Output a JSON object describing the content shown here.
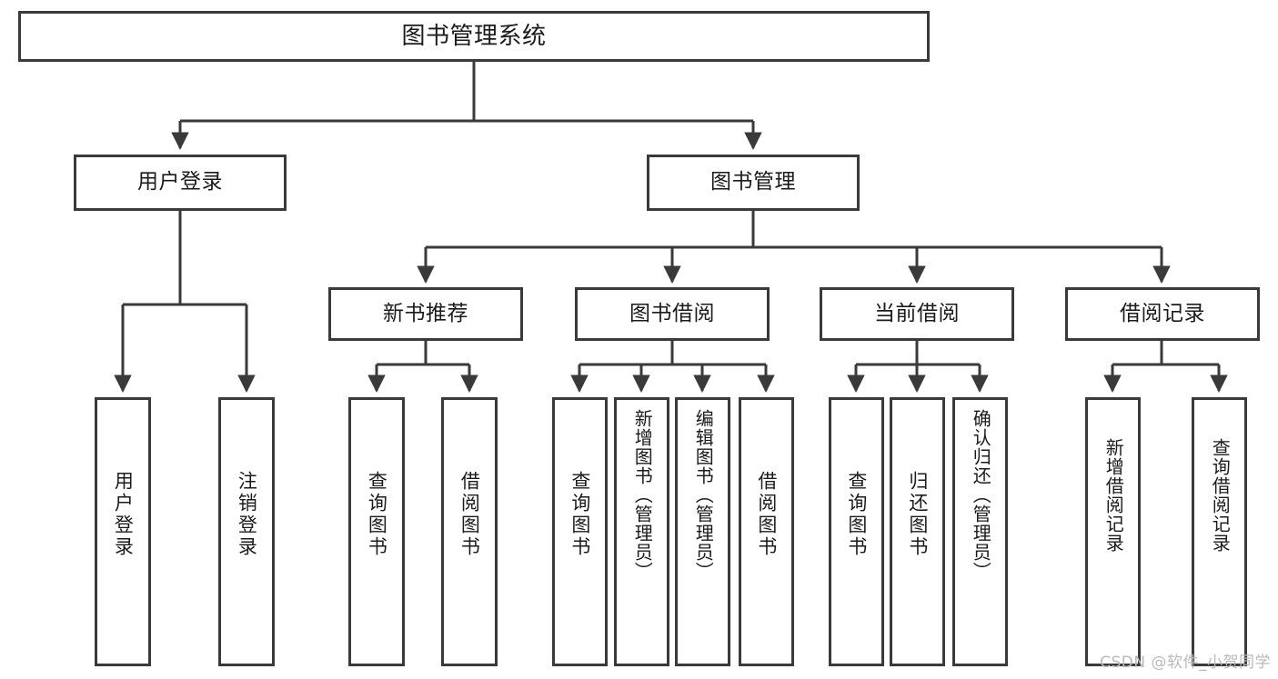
{
  "diagram": {
    "type": "tree-hierarchy",
    "title": "图书管理系统",
    "watermark": "CSDN @软件_小贺同学",
    "colors": {
      "stroke": "#3a3a3a",
      "box_fill": "#ffffff",
      "text": "#1b1b1b",
      "watermark": "#b9b9b9",
      "background": "#ffffff"
    },
    "root": {
      "label": "图书管理系统"
    },
    "level2": [
      {
        "label": "用户登录"
      },
      {
        "label": "图书管理"
      }
    ],
    "level3": [
      {
        "label": "新书推荐"
      },
      {
        "label": "图书借阅"
      },
      {
        "label": "当前借阅"
      },
      {
        "label": "借阅记录"
      }
    ],
    "leaves": {
      "user_login": [
        {
          "label": "用户登录"
        },
        {
          "label": "注销登录"
        }
      ],
      "new_book_recommend": [
        {
          "label": "查询图书"
        },
        {
          "label": "借阅图书"
        }
      ],
      "book_borrow": [
        {
          "label": "查询图书"
        },
        {
          "label": "新增图书（管理员）"
        },
        {
          "label": "编辑图书（管理员）"
        },
        {
          "label": "借阅图书"
        }
      ],
      "current_borrow": [
        {
          "label": "查询图书"
        },
        {
          "label": "归还图书"
        },
        {
          "label": "确认归还（管理员）"
        }
      ],
      "borrow_record": [
        {
          "label": "新增借阅记录"
        },
        {
          "label": "查询借阅记录"
        }
      ]
    }
  }
}
